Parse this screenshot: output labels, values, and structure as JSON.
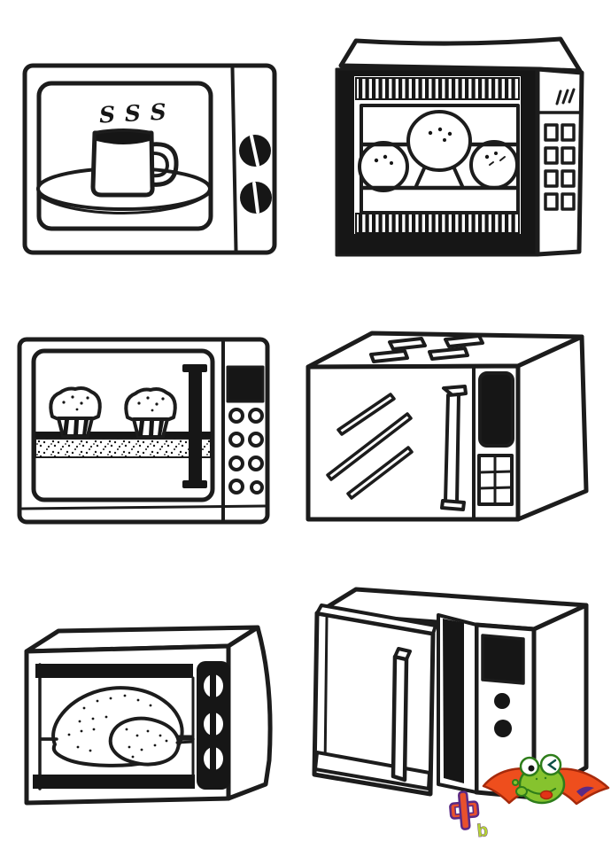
{
  "page": {
    "background": "#ffffff",
    "ink": "#1c1c1c",
    "grid": {
      "rows": 3,
      "cols": 2
    }
  },
  "illustrations": {
    "microwave_mug": {
      "label": "microwave-with-steaming-mug-and-two-dials",
      "steam_text": "S S S"
    },
    "microwave_buns": {
      "label": "microwave-with-three-steamed-buns-and-square-buttons"
    },
    "microwave_muffins": {
      "label": "microwave-with-two-muffins-on-speckled-tray"
    },
    "microwave_closed": {
      "label": "perspective-microwave-closed-door-with-top-vents"
    },
    "oven_chicken": {
      "label": "rotisserie-oven-with-roast-chicken-and-three-dials"
    },
    "microwave_open": {
      "label": "perspective-microwave-with-open-door"
    }
  },
  "watermark": {
    "text": "中",
    "sub_text": "b",
    "colors": {
      "frog_green": "#86c32e",
      "frog_outline": "#2e7d1a",
      "cape_red": "#ee4e1d",
      "cape_outline": "#a62a0c",
      "glyph_fill": "#e8502d",
      "glyph_outline": "#5b2a84",
      "sub_letter_fill": "#b5d334"
    }
  }
}
